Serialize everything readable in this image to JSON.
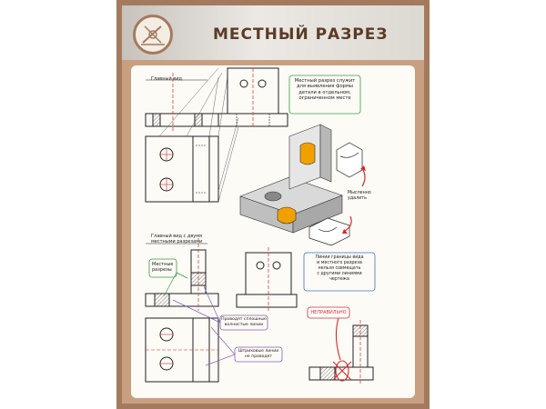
{
  "poster": {
    "title": "МЕСТНЫЙ РАЗРЕЗ",
    "logo_icon": "drafting-tools-icon",
    "colors": {
      "frame": "#a47a5e",
      "panel": "#fdfbf6",
      "accent_red": "#d42b2b",
      "section_orange": "#f2a000",
      "note_green": "#3a9a4a",
      "note_purple": "#8a5cb8",
      "note_blue": "#3c74c0"
    }
  },
  "labels": {
    "main_view": "Главный вид",
    "main_view_with_sections": "Главный вид с двумя\nместными разрезами",
    "local_sections": "Местные\nразрезы",
    "mentally_remove": "Мысленно\nудалить"
  },
  "notes": {
    "definition": "Местный разрез служит\nдля выявления формы\nдетали в отдельном,\nограниченном месте",
    "boundary": "Линии границы вида\nи местного разреза\nнельзя совмещать\nс другими линиями\nчертежа",
    "wavy_lines": "Проводят сплошные\nволнистые линии",
    "hatch_lines": "Штриховые линии\nне проводят",
    "wrong": "НЕПРАВИЛЬНО"
  }
}
